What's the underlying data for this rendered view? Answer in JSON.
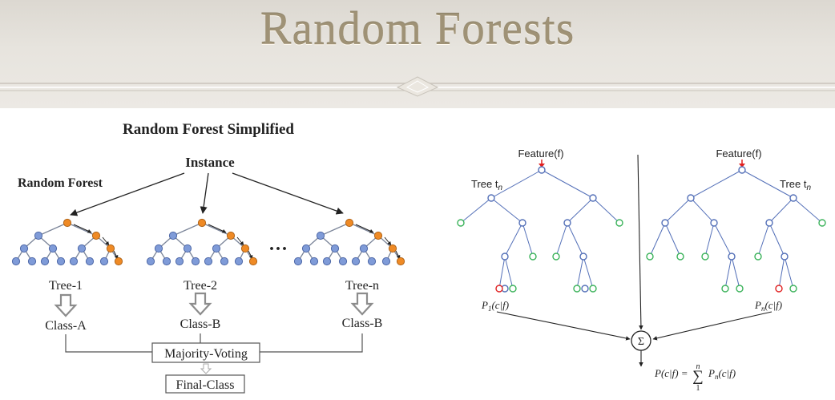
{
  "banner": {
    "title": "Random Forests"
  },
  "left_diagram": {
    "heading": "Random Forest Simplified",
    "instance_label": "Instance",
    "forest_label": "Random Forest",
    "ellipsis": "···",
    "trees": [
      {
        "label": "Tree-1",
        "class": "Class-A"
      },
      {
        "label": "Tree-2",
        "class": "Class-B"
      },
      {
        "label": "Tree-n",
        "class": "Class-B"
      }
    ],
    "voting_label": "Majority-Voting",
    "final_label": "Final-Class",
    "colors": {
      "path_node": "#ef8a25",
      "node": "#7f9bd8"
    }
  },
  "right_diagram": {
    "trees": [
      {
        "feature_label": "Feature(f)",
        "tree_label": "Tree t",
        "tree_subscript": "n",
        "prob_label": "P",
        "prob_subscript": "1",
        "prob_arg": "(c|f)"
      },
      {
        "feature_label": "Feature(f)",
        "tree_label": "Tree t",
        "tree_subscript": "n",
        "prob_label": "P",
        "prob_subscript": "n",
        "prob_arg": "(c|f)"
      }
    ],
    "sum_symbol": "Σ",
    "formula": {
      "lhs": "P(c|f) =",
      "sum": "∑",
      "upper": "n",
      "lower": "1",
      "term": "P",
      "term_subscript": "n",
      "term_arg": "(c|f)"
    },
    "colors": {
      "leaf": "#3bb35a",
      "selected_leaf": "#e02020",
      "arrow": "#e02020"
    }
  }
}
